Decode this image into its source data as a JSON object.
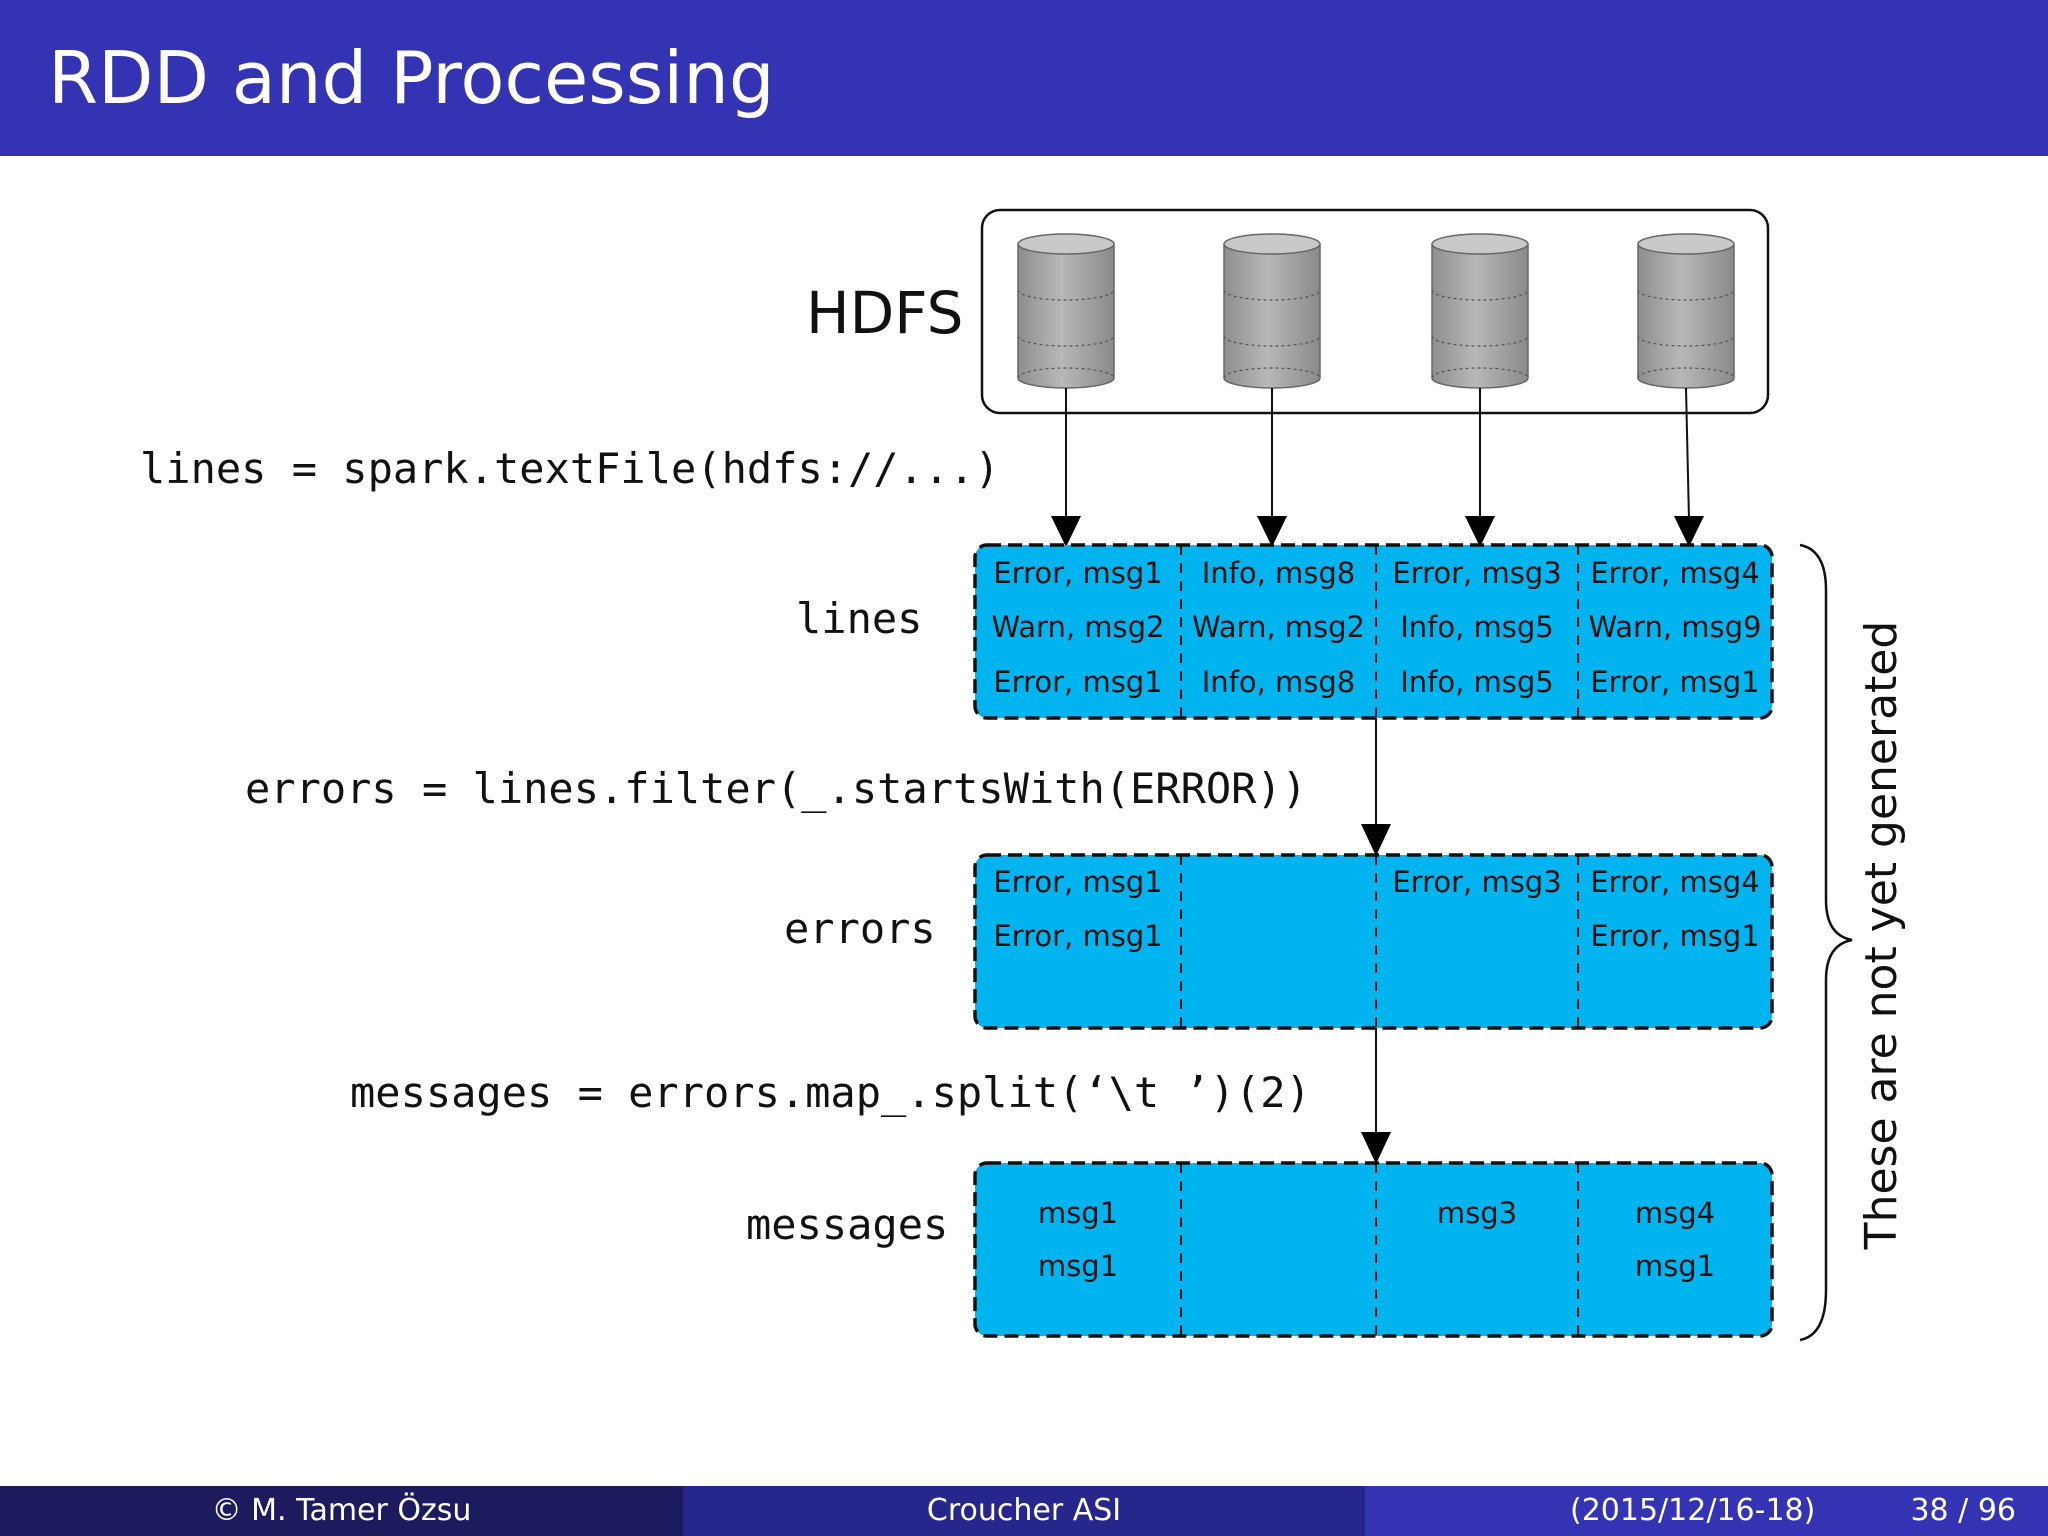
{
  "slide": {
    "title": "RDD and Processing"
  },
  "hdfs": {
    "label": "HDFS",
    "disk_count": 4
  },
  "code": {
    "lines": "lines = spark.textFile(hdfs://...)",
    "errors": "errors = lines.filter(_.startsWith(ERROR))",
    "messages": "messages = errors.map_.split(‘\\t ’)(2)"
  },
  "rdds": [
    {
      "name": "lines",
      "partitions": [
        [
          "Error, msg1",
          "Warn, msg2",
          "Error, msg1"
        ],
        [
          "Info, msg8",
          "Warn, msg2",
          "Info, msg8"
        ],
        [
          "Error, msg3",
          "Info, msg5",
          "Info, msg5"
        ],
        [
          "Error, msg4",
          "Warn, msg9",
          "Error, msg1"
        ]
      ]
    },
    {
      "name": "errors",
      "partitions": [
        [
          "Error, msg1",
          "Error, msg1"
        ],
        [],
        [
          "Error, msg3"
        ],
        [
          "Error, msg4",
          "Error, msg1"
        ]
      ]
    },
    {
      "name": "messages",
      "partitions": [
        [
          "msg1",
          "msg1"
        ],
        [],
        [
          "msg3"
        ],
        [
          "msg4",
          "msg1"
        ]
      ]
    }
  ],
  "side_note": "These are not yet generated",
  "footer": {
    "author": "© M. Tamer Özsu",
    "event": "Croucher ASI",
    "date": "(2015/12/16-18)",
    "page": "38 / 96"
  },
  "colors": {
    "title_bar": "#3333b3",
    "partition_fill": "#00b4ef",
    "footer_dark": "#1b1b5e",
    "footer_mid": "#26268c"
  }
}
